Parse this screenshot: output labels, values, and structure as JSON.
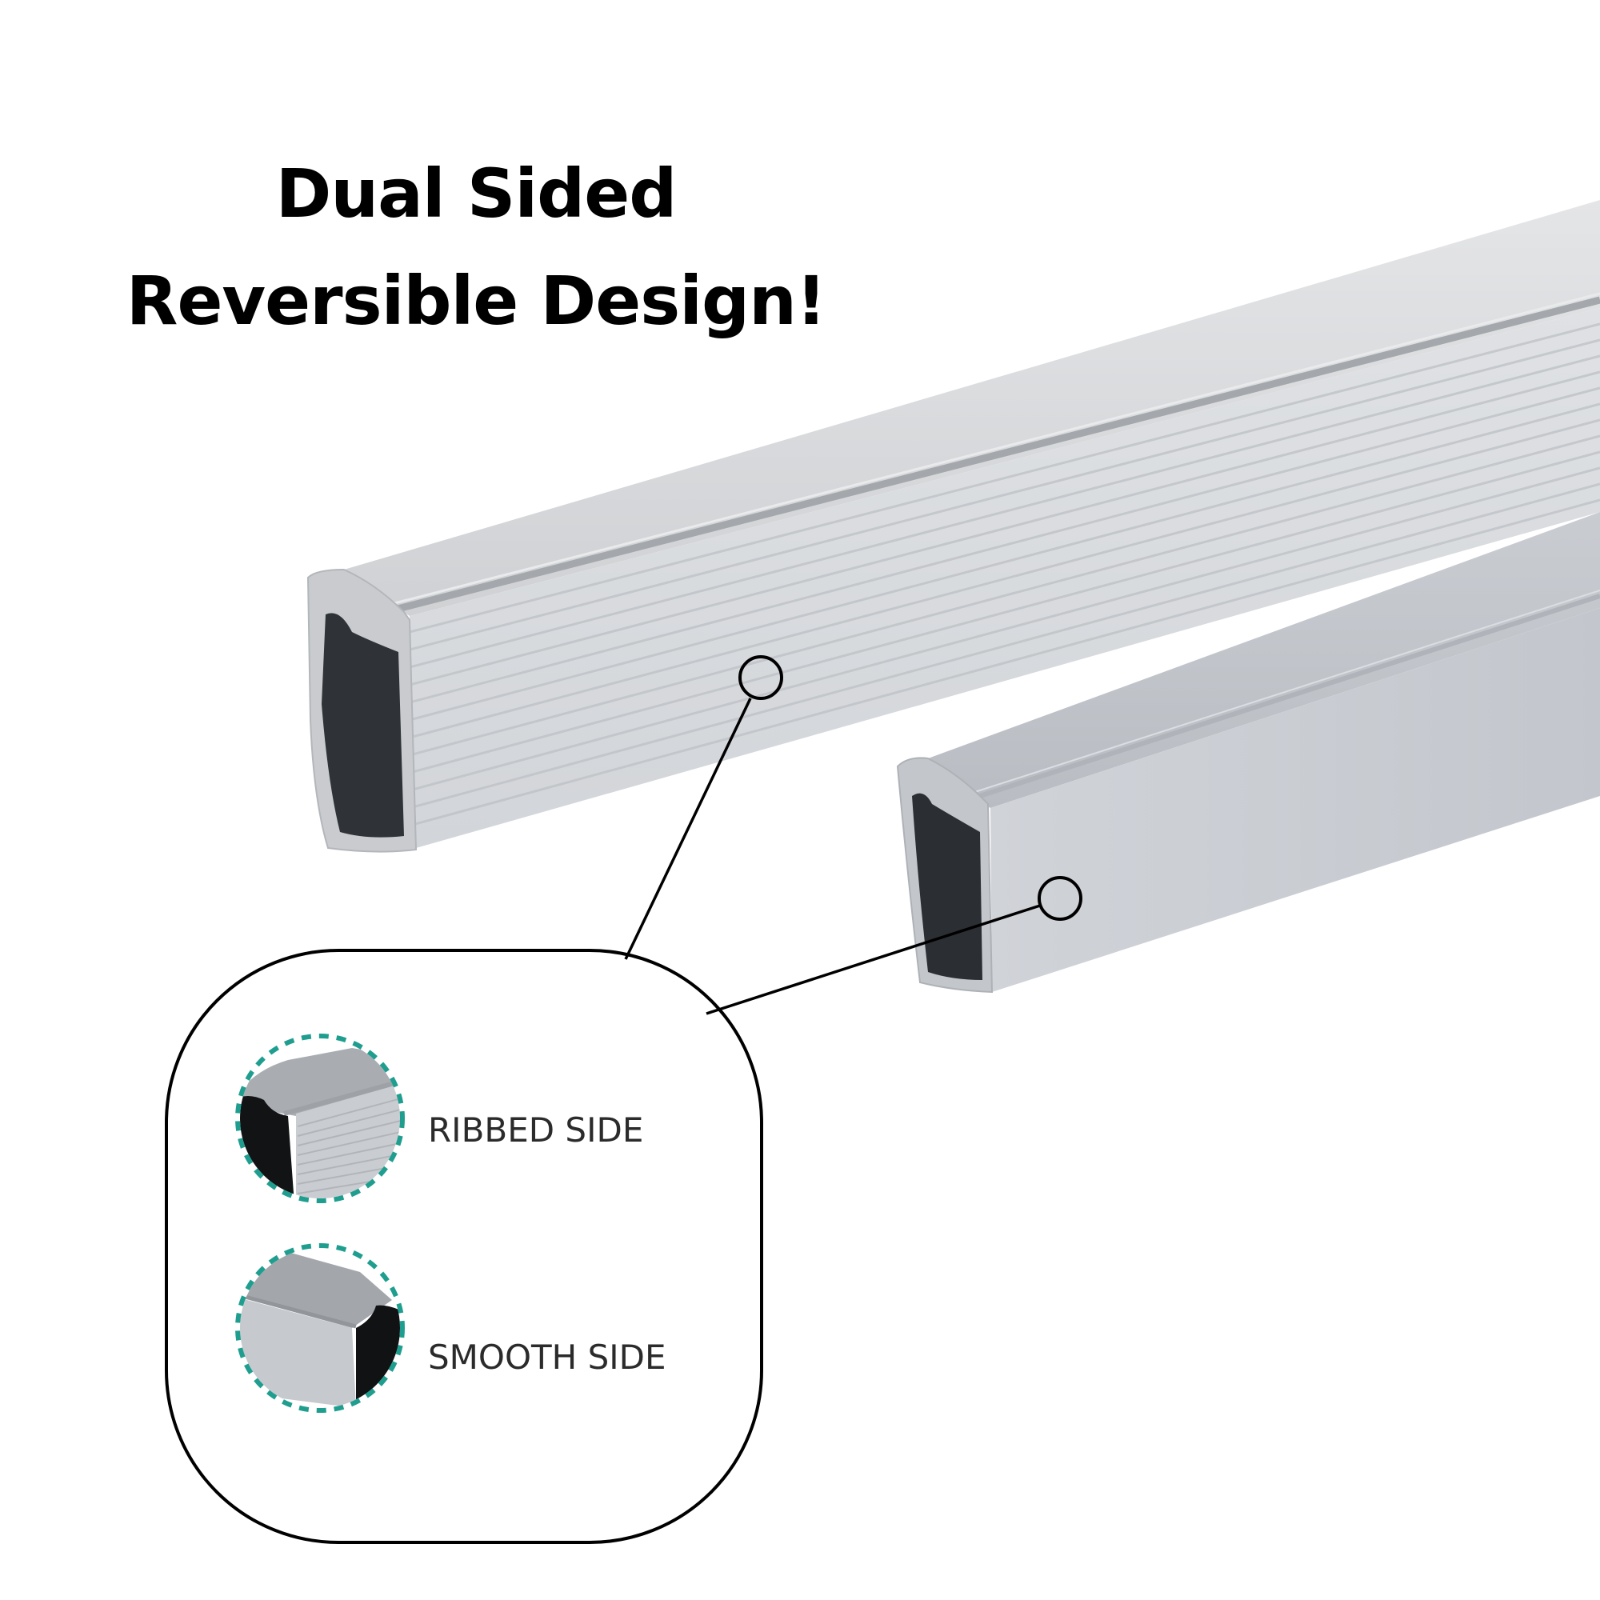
{
  "headline": {
    "line1": "Dual Sided",
    "line2": "Reversible Design!"
  },
  "products": [
    {
      "name": "ribbed-rail",
      "finish": "ribbed",
      "color": "#d6d8dc"
    },
    {
      "name": "smooth-rail",
      "finish": "smooth",
      "color": "#c4c8ce"
    }
  ],
  "callout": {
    "options": [
      {
        "label": "RIBBED SIDE",
        "icon": "ribbed-profile-icon"
      },
      {
        "label": "SMOOTH SIDE",
        "icon": "smooth-profile-icon"
      }
    ],
    "dashed_ring_color": "#1f9e8f",
    "frame_color": "#000000"
  }
}
